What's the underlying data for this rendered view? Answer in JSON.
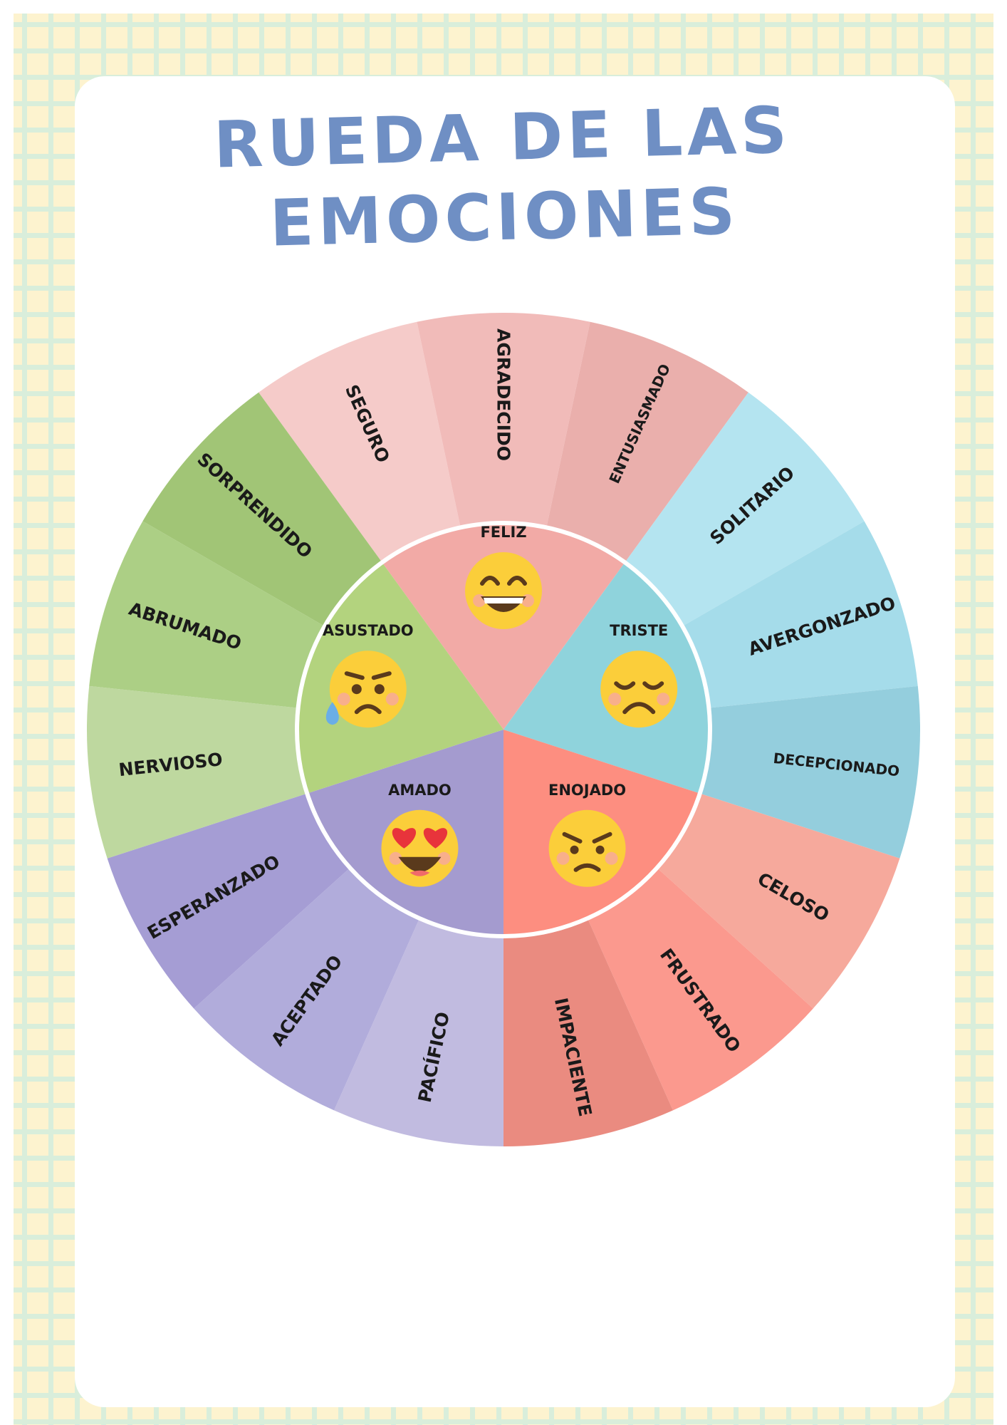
{
  "title": {
    "line1": "RUEDA DE LAS",
    "line2": "EMOCIONES"
  },
  "core": [
    {
      "name": "FELIZ",
      "color": "#f2aaa6",
      "icon": "grinning-face-icon"
    },
    {
      "name": "TRISTE",
      "color": "#8fd3dc",
      "icon": "sad-face-icon"
    },
    {
      "name": "ENOJADO",
      "color": "#fd8e80",
      "icon": "angry-face-icon"
    },
    {
      "name": "AMADO",
      "color": "#a49bcf",
      "icon": "heart-eyes-face-icon"
    },
    {
      "name": "ASUSTADO",
      "color": "#b3d37e",
      "icon": "anxious-sweat-face-icon"
    }
  ],
  "outer": [
    {
      "label": "SEGURO",
      "color": "#f5cbc9"
    },
    {
      "label": "AGRADECIDO",
      "color": "#f1bbb9"
    },
    {
      "label": "ENTUSIASMADO",
      "color": "#eaafac"
    },
    {
      "label": "SOLITARIO",
      "color": "#b4e4f0"
    },
    {
      "label": "AVERGONZADO",
      "color": "#a5dcea"
    },
    {
      "label": "DECEPCIONADO",
      "color": "#94cedd"
    },
    {
      "label": "CELOSO",
      "color": "#f6a99c"
    },
    {
      "label": "FRUSTRADO",
      "color": "#fb998e"
    },
    {
      "label": "IMPACIENTE",
      "color": "#ea8b80"
    },
    {
      "label": "PACÍFICO",
      "color": "#c1bbe0"
    },
    {
      "label": "ACEPTADO",
      "color": "#b1acdb"
    },
    {
      "label": "ESPERANZADO",
      "color": "#a59dd4"
    },
    {
      "label": "NERVIOSO",
      "color": "#bed89f"
    },
    {
      "label": "ABRUMADO",
      "color": "#accf85"
    },
    {
      "label": "SORPRENDIDO",
      "color": "#a1c576"
    }
  ]
}
